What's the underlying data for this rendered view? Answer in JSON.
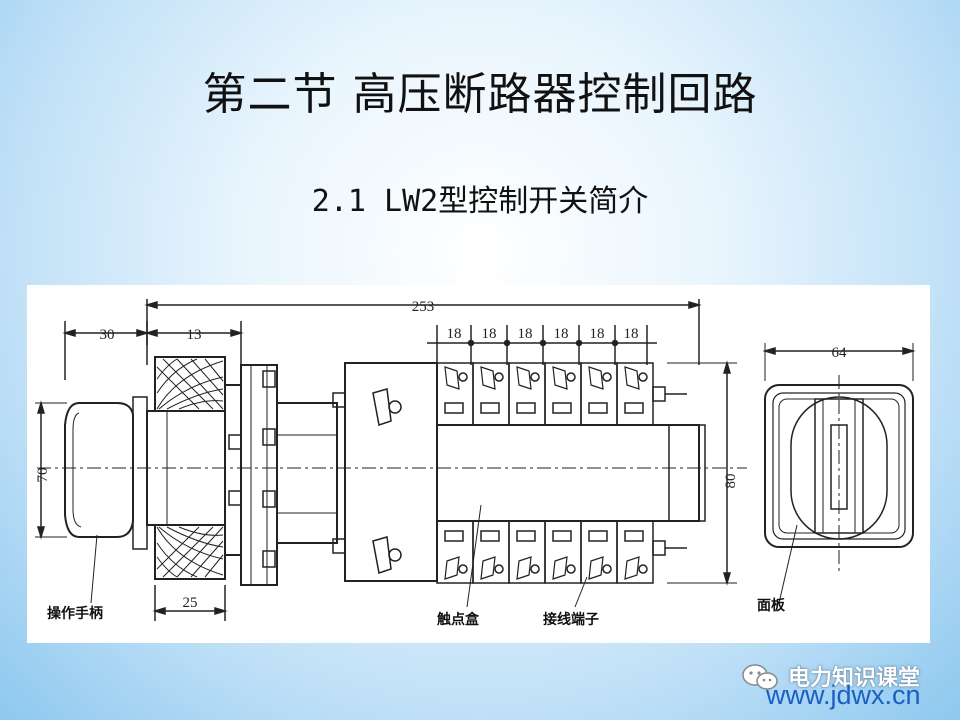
{
  "slide": {
    "title": "第二节  高压断路器控制回路",
    "subtitle": "2.1  LW2型控制开关简介"
  },
  "figure": {
    "dimensions": {
      "total_length": "253",
      "handle_length": "30",
      "flange_width": "13",
      "contact_pitch": [
        "18",
        "18",
        "18",
        "18",
        "18",
        "18"
      ],
      "handle_height": "70",
      "body_height": "80",
      "panel_width": "64",
      "base_width": "25"
    },
    "callouts": {
      "handle": "操作手柄",
      "contact_box": "触点盒",
      "terminal": "接线端子",
      "panel": "面板"
    }
  },
  "watermark": {
    "name": "电力知识课堂",
    "url": "www.jdwx.cn",
    "icon": "wechat-icon"
  }
}
